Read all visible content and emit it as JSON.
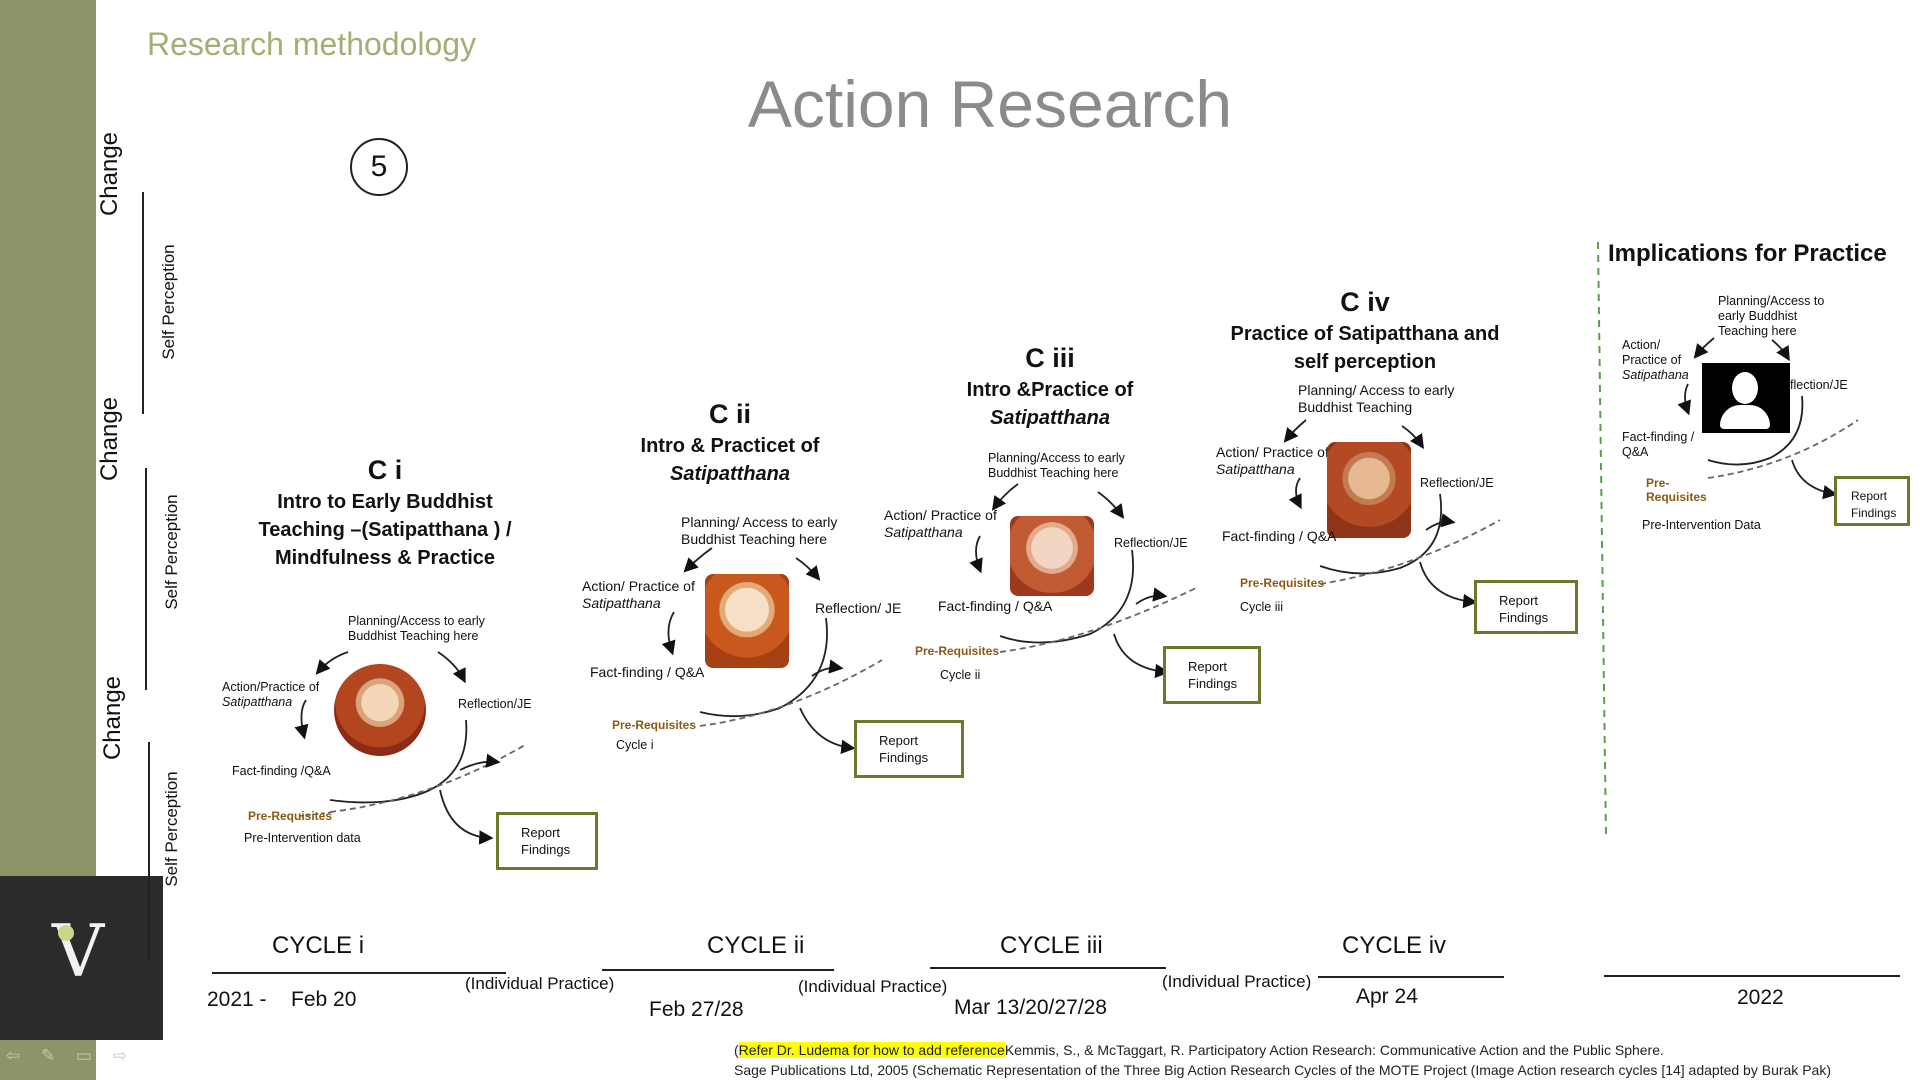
{
  "header": {
    "section": "Research methodology",
    "title": "Action Research",
    "slide_number": "5"
  },
  "side_axis": {
    "change": "Change",
    "self_perception": "Self Perception"
  },
  "cycles": [
    {
      "code": "C i",
      "title_lines": [
        "Intro to Early Buddhist",
        "Teaching –(Satipatthana ) /",
        "Mindfulness & Practice"
      ],
      "planning": "Planning/Access to early Buddhist Teaching here",
      "action": "Action/Practice of",
      "action_em": "Satipatthana",
      "reflection": "Reflection/JE",
      "fact": "Fact-finding /Q&A",
      "prereq": "Pre-Requisites",
      "prereq_note": "Pre-Intervention data",
      "report": "Report Findings",
      "label": "CYCLE i"
    },
    {
      "code": "C ii",
      "title_lines": [
        "Intro & Practicet of",
        "Satipatthana"
      ],
      "planning": "Planning/ Access to early Buddhist Teaching here",
      "action": "Action/ Practice of",
      "action_em": "Satipatthana",
      "reflection": "Reflection/ JE",
      "fact": "Fact-finding / Q&A",
      "prereq": "Pre-Requisites",
      "prereq_note": "Cycle i",
      "report": "Report Findings",
      "label": "CYCLE ii"
    },
    {
      "code": "C iii",
      "title_lines": [
        "Intro &Practice of",
        "Satipatthana"
      ],
      "planning": "Planning/Access to early Buddhist Teaching here",
      "action": "Action/ Practice of",
      "action_em": "Satipatthana",
      "reflection": "Reflection/JE",
      "fact": "Fact-finding / Q&A",
      "prereq": "Pre-Requisites",
      "prereq_note": "Cycle ii",
      "report": "Report Findings",
      "label": "CYCLE iii"
    },
    {
      "code": "C iv",
      "title_lines": [
        "Practice of Satipatthana and",
        "self perception"
      ],
      "planning": "Planning/ Access to early Buddhist Teaching",
      "action": "Action/ Practice of",
      "action_em": "Satipatthana",
      "reflection": "Reflection/JE",
      "fact": "Fact-finding / Q&A",
      "prereq": "Pre-Requisites",
      "prereq_note": "Cycle iii",
      "report": "Report Findings",
      "label": "CYCLE iv"
    }
  ],
  "implications": {
    "title": "Implications for Practice",
    "planning": "Planning/Access to early Buddhist Teaching here",
    "action": "Action/ Practice of",
    "action_em": "Satipathana",
    "reflection": "flection/JE",
    "fact": "Fact-finding / Q&A",
    "prereq": "Pre-Requisites",
    "prereq_note": "Pre-Intervention Data",
    "report": "Report Findings"
  },
  "timeline": {
    "year_start": "2021 -",
    "date_1": "Feb 20",
    "date_2": "Feb 27/28",
    "date_3": "Mar 13/20/27/28",
    "date_4": "Apr 24",
    "year_end": "2022",
    "individual_practice": "(Individual Practice)"
  },
  "footer": {
    "ref_highlight": "Refer Dr. Ludema for how to add reference",
    "ref_line1": "Kemmis, S., & McTaggart, R. Participatory Action Research: Communicative Action and the Public Sphere.",
    "ref_line2": "Sage Publications Ltd, 2005 (Schematic Representation of the Three Big Action Research Cycles of the MOTE Project (Image Action research cycles [14] adapted by Burak Pak)"
  },
  "nav": {
    "arrows": "⇦ ✎ ▭ ⇨"
  }
}
